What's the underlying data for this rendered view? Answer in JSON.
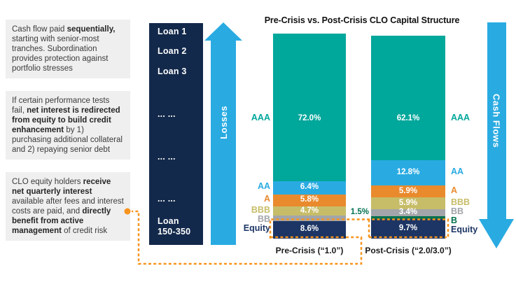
{
  "title": "Pre-Crisis vs. Post-Crisis CLO Capital Structure",
  "annotation_boxes": [
    {
      "runs": [
        {
          "text": "Cash flow paid ",
          "bold": false
        },
        {
          "text": "sequentially,",
          "bold": true
        },
        {
          "text": " starting with senior-most tranches. Subordination provides protection against portfolio stresses",
          "bold": false
        }
      ]
    },
    {
      "runs": [
        {
          "text": "If certain performance tests fail, ",
          "bold": false
        },
        {
          "text": "net interest is redirected from equity to build credit enhancement",
          "bold": true
        },
        {
          "text": " by 1) purchasing additional collateral and 2) repaying senior debt",
          "bold": false
        }
      ]
    },
    {
      "runs": [
        {
          "text": "CLO equity holders ",
          "bold": false
        },
        {
          "text": "receive net quarterly interest",
          "bold": true
        },
        {
          "text": " available after fees and interest costs are paid, and ",
          "bold": false
        },
        {
          "text": "directly benefit from active management",
          "bold": true
        },
        {
          "text": " of credit risk",
          "bold": false
        }
      ]
    }
  ],
  "loan_column": {
    "items": [
      "Loan 1",
      "Loan 2",
      "Loan 3",
      "... ...",
      "... ...",
      "... ...",
      "Loan 150-350"
    ]
  },
  "arrows": {
    "losses": "Losses",
    "cash_flows": "Cash Flows"
  },
  "colors": {
    "teal": "#00a79b",
    "blue": "#29abe2",
    "orange": "#e98a2d",
    "khaki": "#c7bd68",
    "gray": "#a2a5a9",
    "green": "#00714e",
    "navy": "#1c3564",
    "loan_navy": "#13294b",
    "arrow_blue": "#29abe2",
    "dash_orange": "#f7941d",
    "box_bg": "#efefef"
  },
  "chart_data": {
    "type": "bar",
    "stacked": true,
    "title": "Pre-Crisis vs. Post-Crisis CLO Capital Structure",
    "unit": "%",
    "legend_position": "none",
    "grid": false,
    "bars": [
      {
        "category": "Pre-Crisis (“1.0”)",
        "label_side": "left",
        "segments": [
          {
            "tranche": "AAA",
            "value": 72.0,
            "display": "72.0%",
            "color": "#00a79b",
            "label_color": "#00a79b"
          },
          {
            "tranche": "AA",
            "value": 6.4,
            "display": "6.4%",
            "color": "#29abe2",
            "label_color": "#29abe2"
          },
          {
            "tranche": "A",
            "value": 5.8,
            "display": "5.8%",
            "color": "#e98a2d",
            "label_color": "#e98a2d"
          },
          {
            "tranche": "BBB",
            "value": 4.7,
            "display": "4.7%",
            "color": "#c7bd68",
            "label_color": "#c7bd68"
          },
          {
            "tranche": "BB",
            "value": 2.5,
            "display": "2.5%",
            "color": "#a2a5a9",
            "label_color": "#a2a5a9"
          },
          {
            "tranche": "Equity",
            "value": 8.6,
            "display": "8.6%",
            "color": "#1c3564",
            "label_color": "#1c3564"
          }
        ]
      },
      {
        "category": "Post-Crisis (“2.0/3.0”)",
        "label_side": "right",
        "segments": [
          {
            "tranche": "AAA",
            "value": 62.1,
            "display": "62.1%",
            "color": "#00a79b",
            "label_color": "#00a79b"
          },
          {
            "tranche": "AA",
            "value": 12.8,
            "display": "12.8%",
            "color": "#29abe2",
            "label_color": "#29abe2"
          },
          {
            "tranche": "A",
            "value": 5.9,
            "display": "5.9%",
            "color": "#e98a2d",
            "label_color": "#e98a2d"
          },
          {
            "tranche": "BBB",
            "value": 5.9,
            "display": "5.9%",
            "color": "#c7bd68",
            "label_color": "#c7bd68"
          },
          {
            "tranche": "BB",
            "value": 3.4,
            "display": "3.4%",
            "color": "#a2a5a9",
            "label_color": "#a2a5a9"
          },
          {
            "tranche": "B",
            "value": 1.5,
            "display": "1.5%",
            "color": "#00714e",
            "label_color": "#00714e",
            "label_outside": true
          },
          {
            "tranche": "Equity",
            "value": 9.7,
            "display": "9.7%",
            "color": "#1c3564",
            "label_color": "#1c3564"
          }
        ]
      }
    ]
  }
}
